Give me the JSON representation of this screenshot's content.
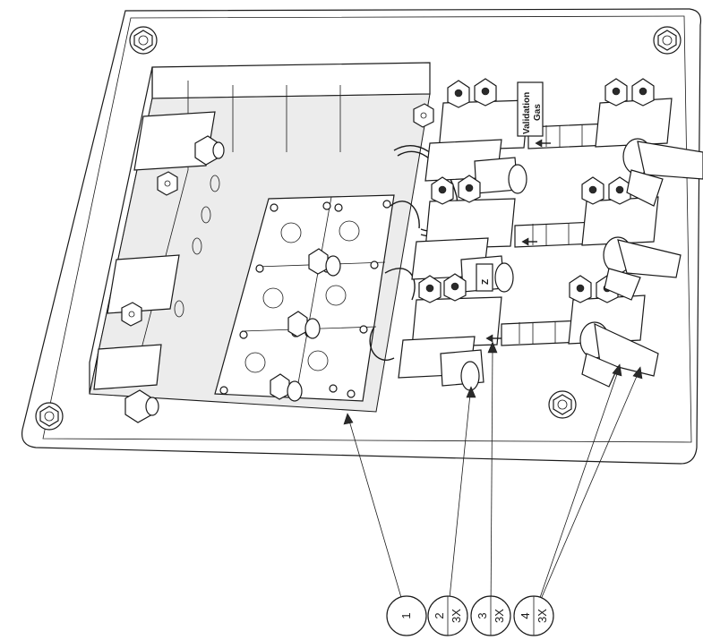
{
  "labels": {
    "validation": "Validation",
    "gas": "Gas",
    "z": "Z"
  },
  "balloons": [
    {
      "id": "1",
      "item": "1",
      "qty": ""
    },
    {
      "id": "2",
      "item": "2",
      "qty": "3X"
    },
    {
      "id": "3",
      "item": "3",
      "qty": "3X"
    },
    {
      "id": "4",
      "item": "4",
      "qty": "3X"
    }
  ],
  "colors": {
    "line": "#1a1a1a",
    "background": "#ffffff"
  }
}
